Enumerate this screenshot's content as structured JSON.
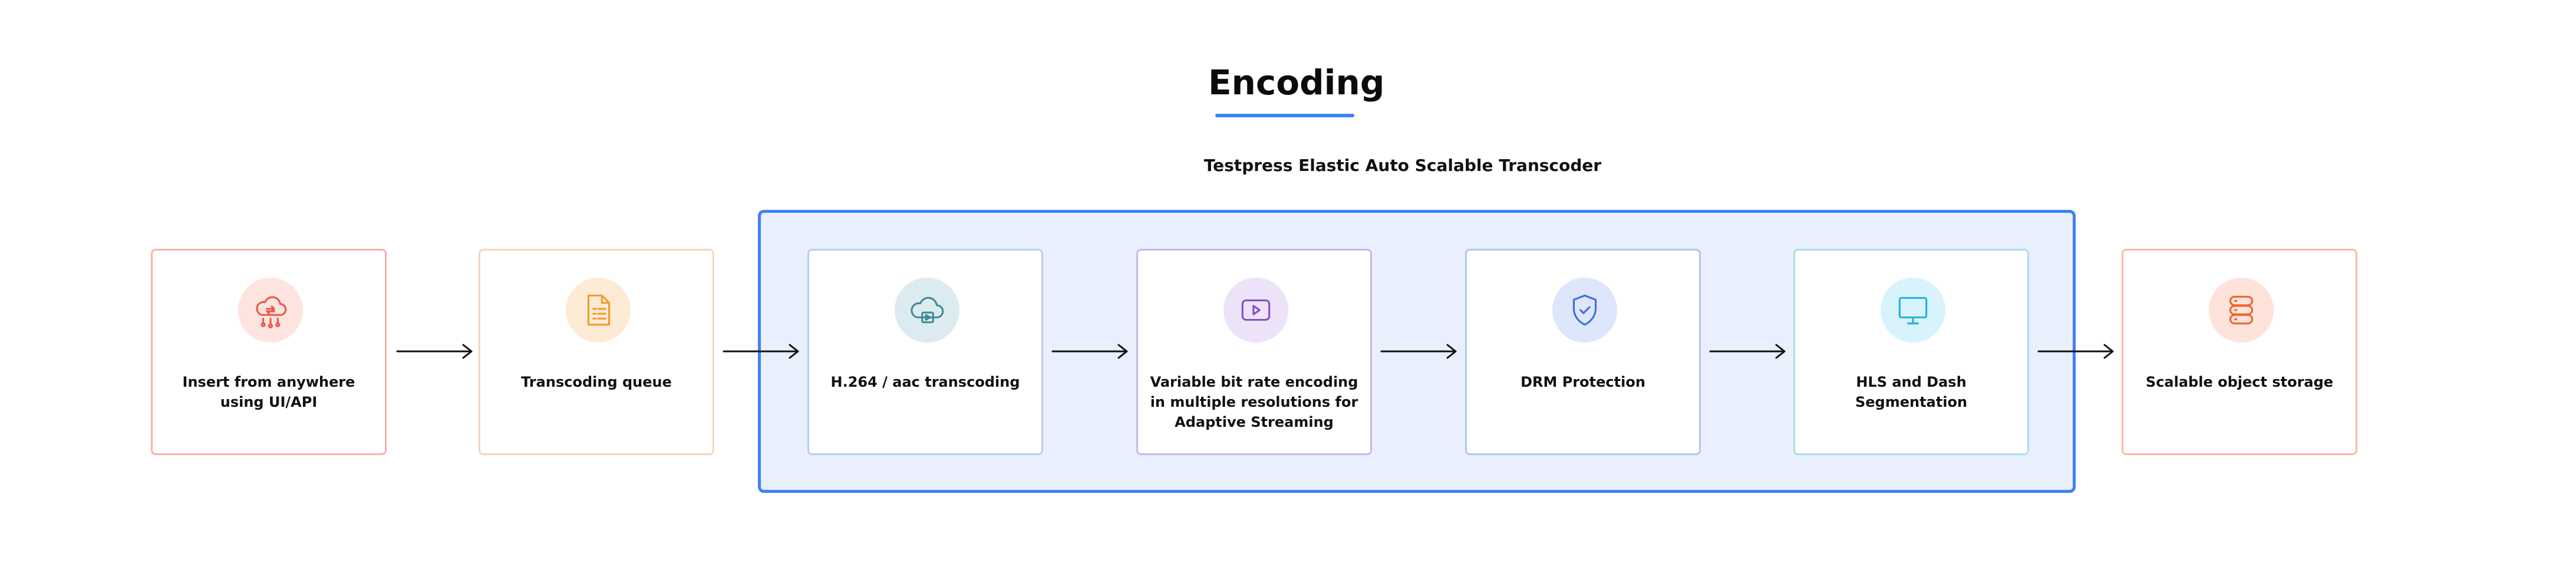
{
  "title": "Encoding",
  "subtitle": "Testpress Elastic Auto Scalable Transcoder",
  "colors": {
    "accent": "#3b82f6",
    "group_bg": "#e9effc"
  },
  "steps": [
    {
      "label": "Insert from anywhere using UI/API",
      "icon": "cloud-upload-icon",
      "border": "#f7b3a8",
      "circle": "#fde4df",
      "stroke": "#e8584a"
    },
    {
      "label": "Transcoding queue",
      "icon": "document-list-icon",
      "border": "#fbd5b3",
      "circle": "#fdebd6",
      "stroke": "#f39a2b"
    },
    {
      "label": "H.264 / aac transcoding",
      "icon": "cloud-video-icon",
      "border": "#b9cfe9",
      "circle": "#dcebef",
      "stroke": "#3e8a99"
    },
    {
      "label": "Variable bit rate encoding in multiple resolutions for Adaptive Streaming",
      "icon": "play-screen-icon",
      "border": "#c9b6e8",
      "circle": "#ece3f8",
      "stroke": "#8a4cc9"
    },
    {
      "label": "DRM Protection",
      "icon": "shield-check-icon",
      "border": "#b3c6ee",
      "circle": "#dde6fa",
      "stroke": "#3b6fe0"
    },
    {
      "label": "HLS and Dash Segmentation",
      "icon": "monitor-icon",
      "border": "#aedcf0",
      "circle": "#d8f3fb",
      "stroke": "#1cb3dc"
    },
    {
      "label": "Scalable object storage",
      "icon": "database-icon",
      "border": "#f9b9a8",
      "circle": "#fde3da",
      "stroke": "#f0642f"
    }
  ]
}
